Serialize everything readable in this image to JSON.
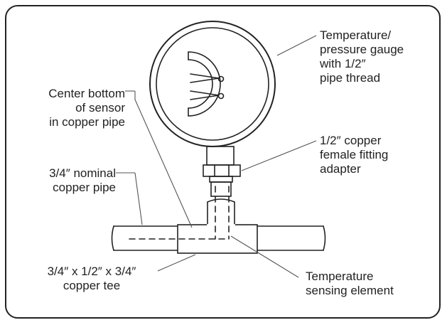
{
  "labels": {
    "gauge": [
      "Temperature/",
      "pressure gauge",
      "with 1/2″",
      "pipe thread"
    ],
    "sensor": [
      "Center bottom",
      "of sensor",
      "in copper pipe"
    ],
    "fitting": [
      "1/2″ copper",
      "female fitting",
      "adapter"
    ],
    "pipe": [
      "3/4″ nominal",
      "copper pipe"
    ],
    "tee": [
      "3/4″ x 1/2″ x 3/4″",
      "copper tee"
    ],
    "element": [
      "Temperature",
      "sensing element"
    ]
  }
}
